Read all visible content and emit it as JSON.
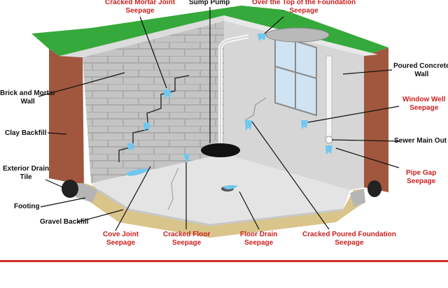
{
  "colors": {
    "accent_red": "#cc1f1f",
    "grass": "#35a93b",
    "clay": "#a0573d",
    "block_wall": "#c8c8c8",
    "poured_wall": "#d6d6d6",
    "floor": "#e4e4e4",
    "gravel": "#d9c48a",
    "water": "#6ec8f0"
  },
  "labels": {
    "cracked_mortar": [
      "Cracked Mortar Joint",
      "Seepage"
    ],
    "sump_pump": "Sump Pump",
    "over_top": [
      "Over the Top of the Foundation",
      "Seepage"
    ],
    "poured_concrete": [
      "Poured Concrete",
      "Wall"
    ],
    "brick_mortar": [
      "Brick and Mortar",
      "Wall"
    ],
    "window_well": [
      "Window Well",
      "Seepage"
    ],
    "clay_backfill": "Clay Backfill",
    "sewer_main": "Sewer Main Out",
    "exterior_drain": [
      "Exterior Drain",
      "Tile"
    ],
    "pipe_gap": [
      "Pipe Gap",
      "Seepage"
    ],
    "footing": "Footing",
    "gravel_backfill": "Gravel Backfill",
    "cove_joint": [
      "Cove Joint",
      "Seepage"
    ],
    "cracked_floor": [
      "Cracked Floor",
      "Seepage"
    ],
    "floor_drain": [
      "Floor Drain",
      "Seepage"
    ],
    "cracked_poured": [
      "Cracked Poured Foundation",
      "Seepage"
    ]
  }
}
